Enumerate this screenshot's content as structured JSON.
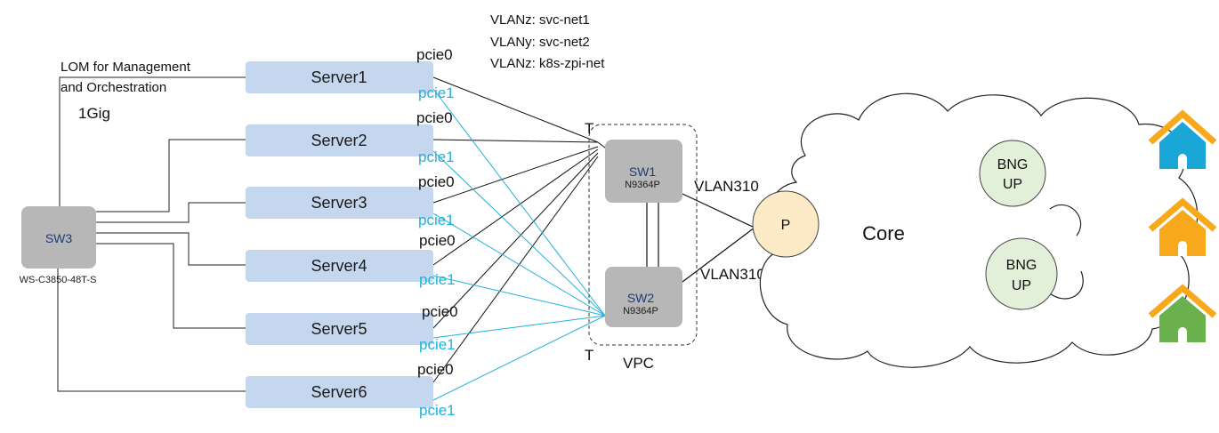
{
  "vlans": [
    "VLANz: svc-net1",
    "VLANy: svc-net2",
    "VLANz: k8s-zpi-net"
  ],
  "lom": {
    "line1": "LOM for Management",
    "line2": "and Orchestration",
    "speed": "1Gig"
  },
  "servers": [
    {
      "name": "Server1",
      "pcie0": "pcie0",
      "pcie1": "pcie1"
    },
    {
      "name": "Server2",
      "pcie0": "pcie0",
      "pcie1": "pcie1"
    },
    {
      "name": "Server3",
      "pcie0": "pcie0",
      "pcie1": "pcie1"
    },
    {
      "name": "Server4",
      "pcie0": "pcie0",
      "pcie1": "pcie1"
    },
    {
      "name": "Server5",
      "pcie0": "pcie0",
      "pcie1": "pcie1"
    },
    {
      "name": "Server6",
      "pcie0": "pcie0",
      "pcie1": "pcie1"
    }
  ],
  "sw3": {
    "label": "SW3",
    "model": "WS-C3850-48T-S"
  },
  "sw1": {
    "label": "SW1",
    "model": "N9364P"
  },
  "sw2": {
    "label": "SW2",
    "model": "N9364P"
  },
  "vpc": {
    "label": "VPC",
    "t_top": "T",
    "t_bottom": "T"
  },
  "uplinks": {
    "vlan_top": "VLAN310",
    "vlan_bottom": "VLAN310"
  },
  "p_node": "P",
  "core": "Core",
  "bng1": {
    "line1": "BNG",
    "line2": "UP"
  },
  "bng2": {
    "line1": "BNG",
    "line2": "UP"
  },
  "colors": {
    "server_fill": "#c5d7ee",
    "switch_fill": "#b7b7b7",
    "p_fill": "#fdebc7",
    "bng_fill": "#e2f0d9",
    "pcie1_blue": "#21b1dd",
    "house_blue": "#1aa7d8",
    "house_orange": "#f7a81b",
    "house_green": "#6ab04c"
  }
}
